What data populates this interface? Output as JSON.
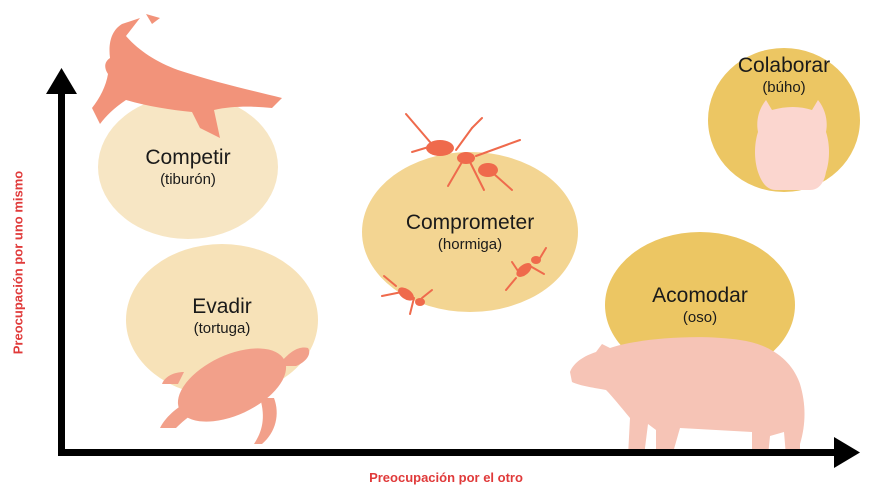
{
  "colors": {
    "axis": "#000000",
    "axis_label": "#e03a3a",
    "blob_light": "#f7e6c4",
    "blob_mid": "#f3d592",
    "blob_dark": "#ecc663",
    "shark": "#f2937a",
    "turtle": "#f2a08a",
    "ant": "#ef6a4c",
    "bear": "#f6c4b6",
    "owl": "#fbd6cf"
  },
  "axes": {
    "x_label": "Preocupación por el otro",
    "y_label": "Preocupación por uno mismo"
  },
  "styles": [
    {
      "name": "Competir",
      "animal": "(tiburón)",
      "icon": "shark-icon"
    },
    {
      "name": "Evadir",
      "animal": "(tortuga)",
      "icon": "turtle-icon"
    },
    {
      "name": "Comprometer",
      "animal": "(hormiga)",
      "icon": "ant-icon"
    },
    {
      "name": "Acomodar",
      "animal": "(oso)",
      "icon": "bear-icon"
    },
    {
      "name": "Colaborar",
      "animal": "(búho)",
      "icon": "owl-icon"
    }
  ]
}
